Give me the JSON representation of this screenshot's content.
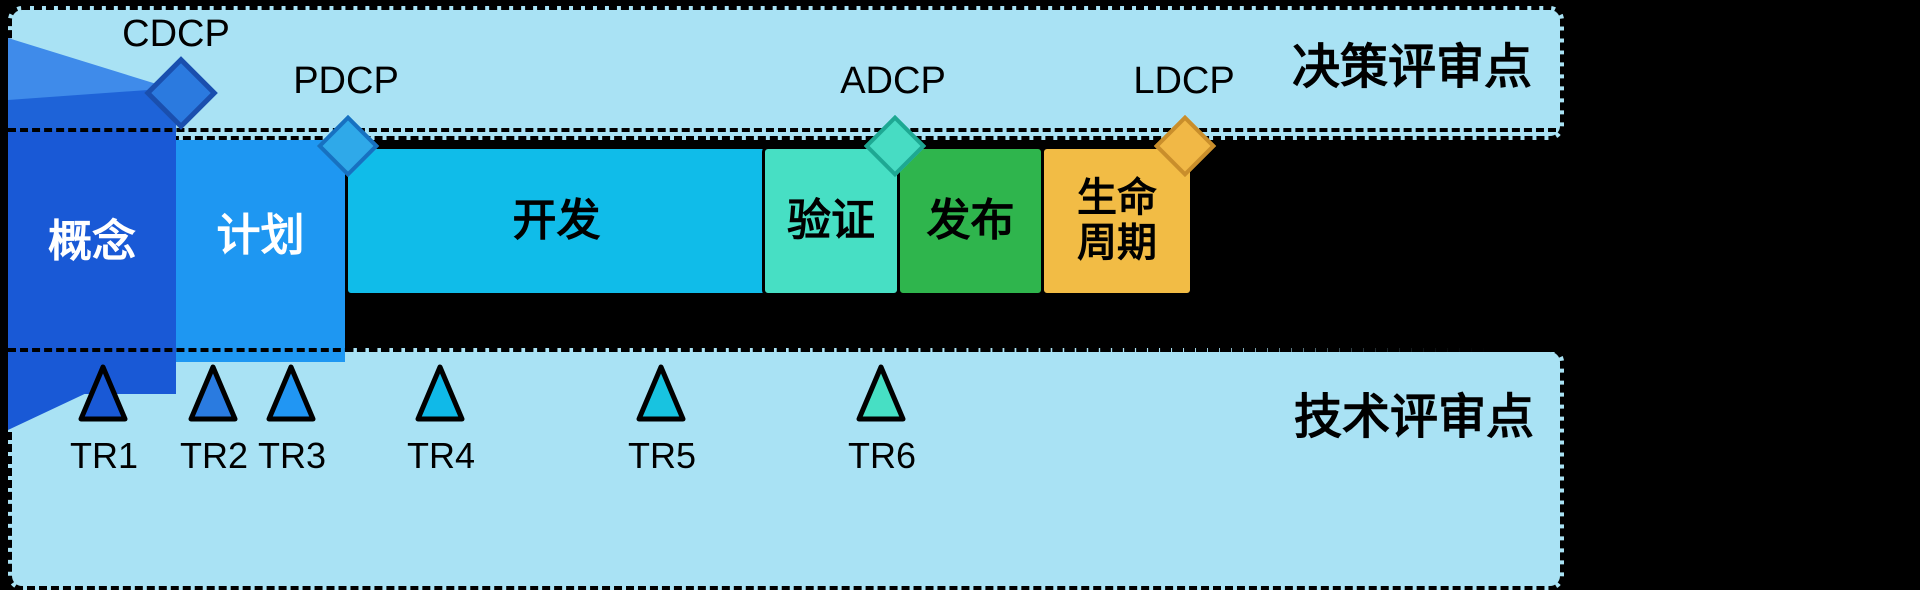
{
  "colors": {
    "background": "#000000",
    "band_fill": "#A9E2F4",
    "band_border": "#000000",
    "outline": "#000000"
  },
  "decision_band": {
    "title": "决策评审点",
    "checkpoints": [
      {
        "label": "CDCP",
        "fill": "#2B7ADF",
        "border": "#1A4FAE"
      },
      {
        "label": "PDCP",
        "fill": "#2FA9E9",
        "border": "#1771C1"
      },
      {
        "label": "ADCP",
        "fill": "#47DCC3",
        "border": "#1EA893"
      },
      {
        "label": "LDCP",
        "fill": "#F1B846",
        "border": "#C98E2B"
      }
    ]
  },
  "phases": [
    {
      "label": "概念",
      "fill": "#1959D6",
      "text_color": "#FFFFFF"
    },
    {
      "label": "计划",
      "fill": "#1E97F2",
      "text_color": "#FFFFFF"
    },
    {
      "label": "开发",
      "fill": "#10BCE9",
      "text_color": "#000000"
    },
    {
      "label": "验证",
      "fill": "#47DFC4",
      "text_color": "#000000"
    },
    {
      "label": "发布",
      "fill": "#2FB54D",
      "text_color": "#000000"
    },
    {
      "label": "生命周期",
      "fill": "#F2BC45",
      "text_color": "#000000"
    }
  ],
  "tech_band": {
    "title": "技术评审点",
    "reviews": [
      {
        "label": "TR1",
        "fill": "#1959D6"
      },
      {
        "label": "TR2",
        "fill": "#2A7BE0"
      },
      {
        "label": "TR3",
        "fill": "#2196F3"
      },
      {
        "label": "TR4",
        "fill": "#10B9E8"
      },
      {
        "label": "TR5",
        "fill": "#18C3E0"
      },
      {
        "label": "TR6",
        "fill": "#47DFC4"
      }
    ]
  },
  "funnel": {
    "top_light": "#3F8BEA",
    "top_dark": "#1E63D8",
    "bottom": "#1959D6"
  }
}
